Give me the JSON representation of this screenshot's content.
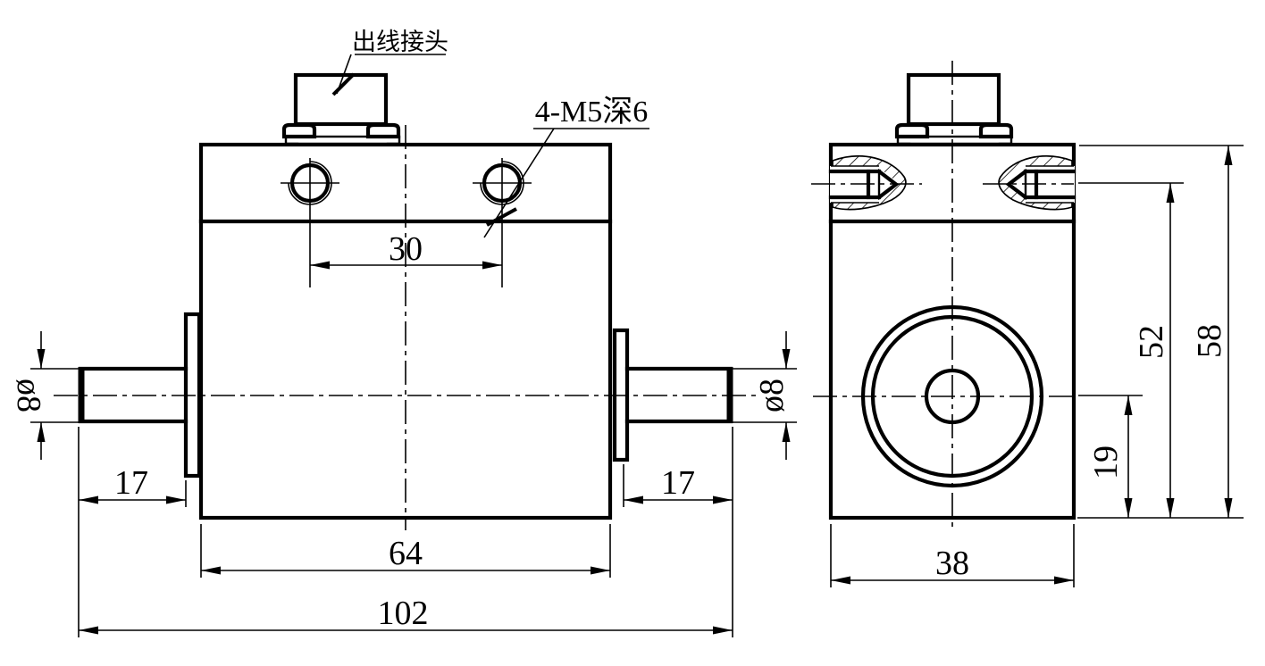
{
  "drawing": {
    "background_color": "#ffffff",
    "line_color": "#000000",
    "annotations": {
      "outlet_connector": "出线接头",
      "thread_note": "4-M5深6"
    },
    "dimensions": {
      "front": {
        "hole_spacing": "30",
        "body_width": "64",
        "overall_length": "102",
        "left_shaft_length": "17",
        "right_shaft_length": "17",
        "left_shaft_dia": "ø8",
        "right_shaft_dia": "ø8"
      },
      "side": {
        "body_depth": "38",
        "shaft_center_height": "19",
        "hole_center_height": "52",
        "body_height": "58"
      }
    }
  }
}
